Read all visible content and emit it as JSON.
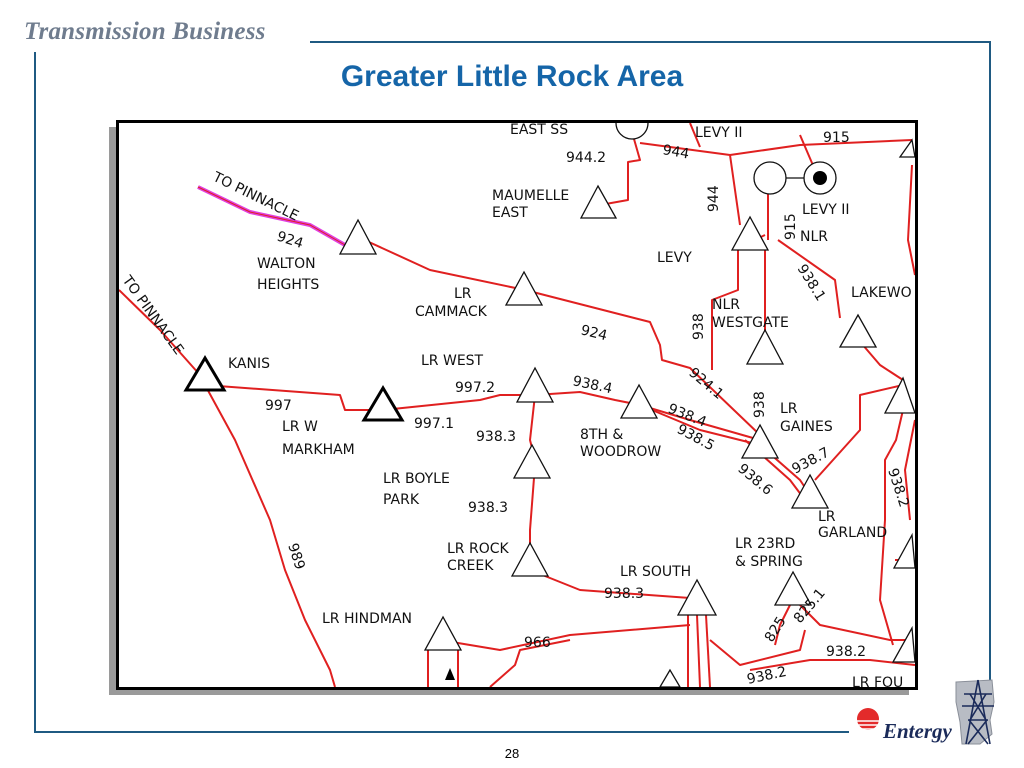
{
  "header": {
    "title": "Transmission Business"
  },
  "slide": {
    "title": "Greater Little Rock Area",
    "page_number": "28"
  },
  "legend_colors": {
    "line": "#e02020",
    "pinnacle_line": "#e040e0",
    "frame": "#1f5a82",
    "title": "#1565a8"
  },
  "map": {
    "stations": {
      "east_ss": "EAST SS",
      "levy_ii_top": "LEVY II",
      "maumelle_1": "MAUMELLE",
      "maumelle_2": "EAST",
      "levy_ii_right": "LEVY II",
      "nlr": "NLR",
      "levy": "LEVY",
      "lakewood": "LAKEWO",
      "walton_1": "WALTON",
      "walton_2": "HEIGHTS",
      "lr_cammack_1": "LR",
      "lr_cammack_2": "CAMMACK",
      "nlr_westgate_1": "NLR",
      "nlr_westgate_2": "WESTGATE",
      "kanis": "KANIS",
      "lr_west": "LR WEST",
      "lr_w_markham_1": "LR W",
      "lr_w_markham_2": "MARKHAM",
      "eighth_woodrow_1": "8TH &",
      "eighth_woodrow_2": "WOODROW",
      "lr_gaines_1": "LR",
      "lr_gaines_2": "GAINES",
      "lr_boyle_1": "LR BOYLE",
      "lr_boyle_2": "PARK",
      "lr_garland_1": "LR",
      "lr_garland_2": "GARLAND",
      "lr_rock_creek_1": "LR ROCK",
      "lr_rock_creek_2": "CREEK",
      "lr_23rd_1": "LR 23RD",
      "lr_23rd_2": "& SPRING",
      "lr_south": "LR SOUTH",
      "lr_hindman": "LR HINDMAN",
      "lr_fou": "LR FOU",
      "to_pinnacle_1": "TO PINNACLE",
      "to_pinnacle_2": "TO PINNACLE"
    },
    "lines": {
      "l944_2": "944.2",
      "l944": "944",
      "l944_v": "944",
      "l915": "915",
      "l915_v": "915",
      "l924_top": "924",
      "l938_1": "938.1",
      "l924_mid": "924",
      "l938_v": "938",
      "l924_1": "924.1",
      "l997_2": "997.2",
      "l938_4a": "938.4",
      "l997": "997",
      "l997_1": "997.1",
      "l938_4b": "938.4",
      "l938_vb": "938",
      "l938_3a": "938.3",
      "l938_5": "938.5",
      "l938_7": "938.7",
      "l938_6": "938.6",
      "l938_2r": "938.2",
      "l938_3b": "938.3",
      "l989": "989",
      "l938_3c": "938.3",
      "l825": "825",
      "l825_1": "825.1",
      "l966": "966",
      "l938_2a": "938.2",
      "l938_2b": "938.2"
    }
  },
  "logo": {
    "text": "Entergy"
  }
}
